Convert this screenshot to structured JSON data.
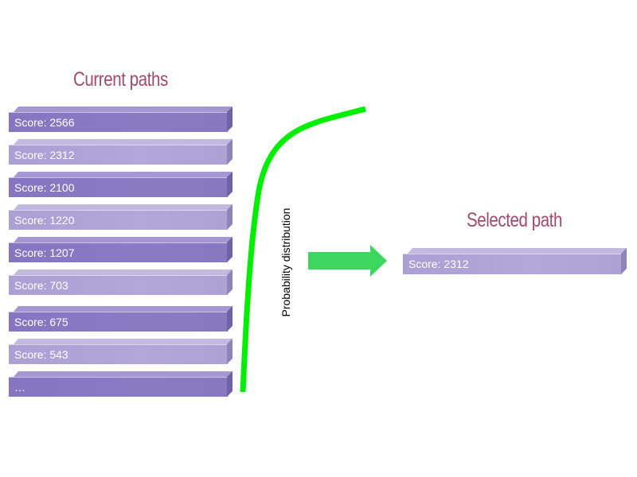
{
  "current_paths": {
    "title": "Current paths",
    "items": [
      {
        "label": "Score: 2566",
        "shade": "dark"
      },
      {
        "label": "Score: 2312",
        "shade": "light"
      },
      {
        "label": "Score: 2100",
        "shade": "dark"
      },
      {
        "label": "Score: 1220",
        "shade": "light"
      },
      {
        "label": "Score: 1207",
        "shade": "dark"
      },
      {
        "label": "Score: 703",
        "shade": "light"
      },
      {
        "label": "Score: 675",
        "shade": "dark"
      },
      {
        "label": "Score: 543",
        "shade": "light"
      },
      {
        "label": "…",
        "shade": "dark"
      }
    ]
  },
  "distribution": {
    "label": "Probability distribution",
    "curve_color": "#00ee00",
    "arrow_color": "#3dd65e"
  },
  "selected_path": {
    "title": "Selected path",
    "item": {
      "label": "Score: 2312",
      "shade": "light"
    }
  },
  "colors": {
    "heading": "#a14a6a",
    "bar_dark": "#8676c2",
    "bar_light": "#ab9fd4"
  }
}
